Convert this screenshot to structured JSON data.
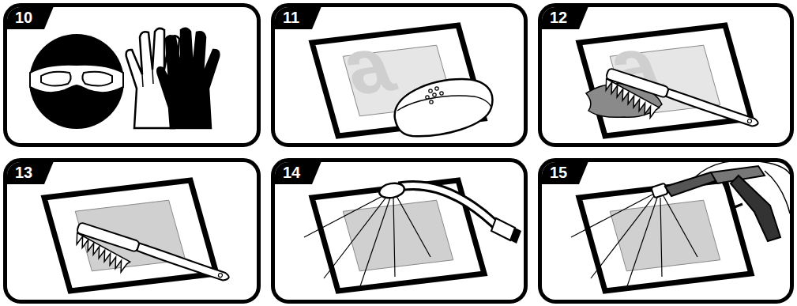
{
  "diagram": {
    "nodes": [
      {
        "text": [
          "10"
        ]
      },
      {
        "text": [
          "11"
        ]
      },
      {
        "text": [
          "12"
        ]
      },
      {
        "text": [
          "13"
        ]
      },
      {
        "text": [
          "14"
        ]
      },
      {
        "text": [
          "15"
        ]
      }
    ],
    "labels": [
      "a",
      "a"
    ]
  }
}
